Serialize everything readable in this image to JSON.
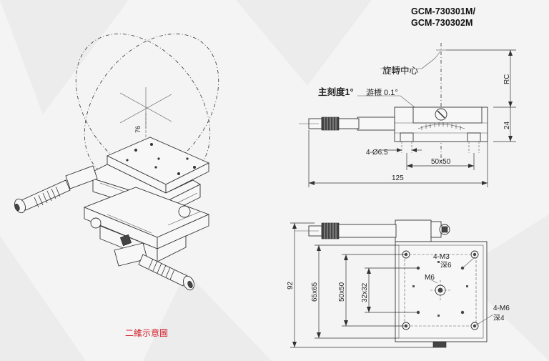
{
  "title": {
    "line1": "GCM-730301M/",
    "line2": "GCM-730302M"
  },
  "caption": "二維示意圖",
  "iso_view": {
    "height_label": "76"
  },
  "side_view": {
    "rotation_center_label": "旋轉中心",
    "main_scale_label": "主刻度1°",
    "vernier_label": "游標 0.1°",
    "rc_label": "RC",
    "height_label": "24",
    "hole_label": "4-Ø6.5",
    "pitch_label": "50x50",
    "length_label": "125"
  },
  "top_view": {
    "m3_label": "4-M3",
    "m3_depth": "深6",
    "m6_label": "M6",
    "m6_corner_label": "4-M6",
    "m6_corner_depth": "深4",
    "dim_92": "92",
    "dim_65": "65x65",
    "dim_50": "50x50",
    "dim_32": "32x32"
  },
  "colors": {
    "caption": "#d0202a",
    "background": "#f4f4f4",
    "line": "#333333"
  }
}
